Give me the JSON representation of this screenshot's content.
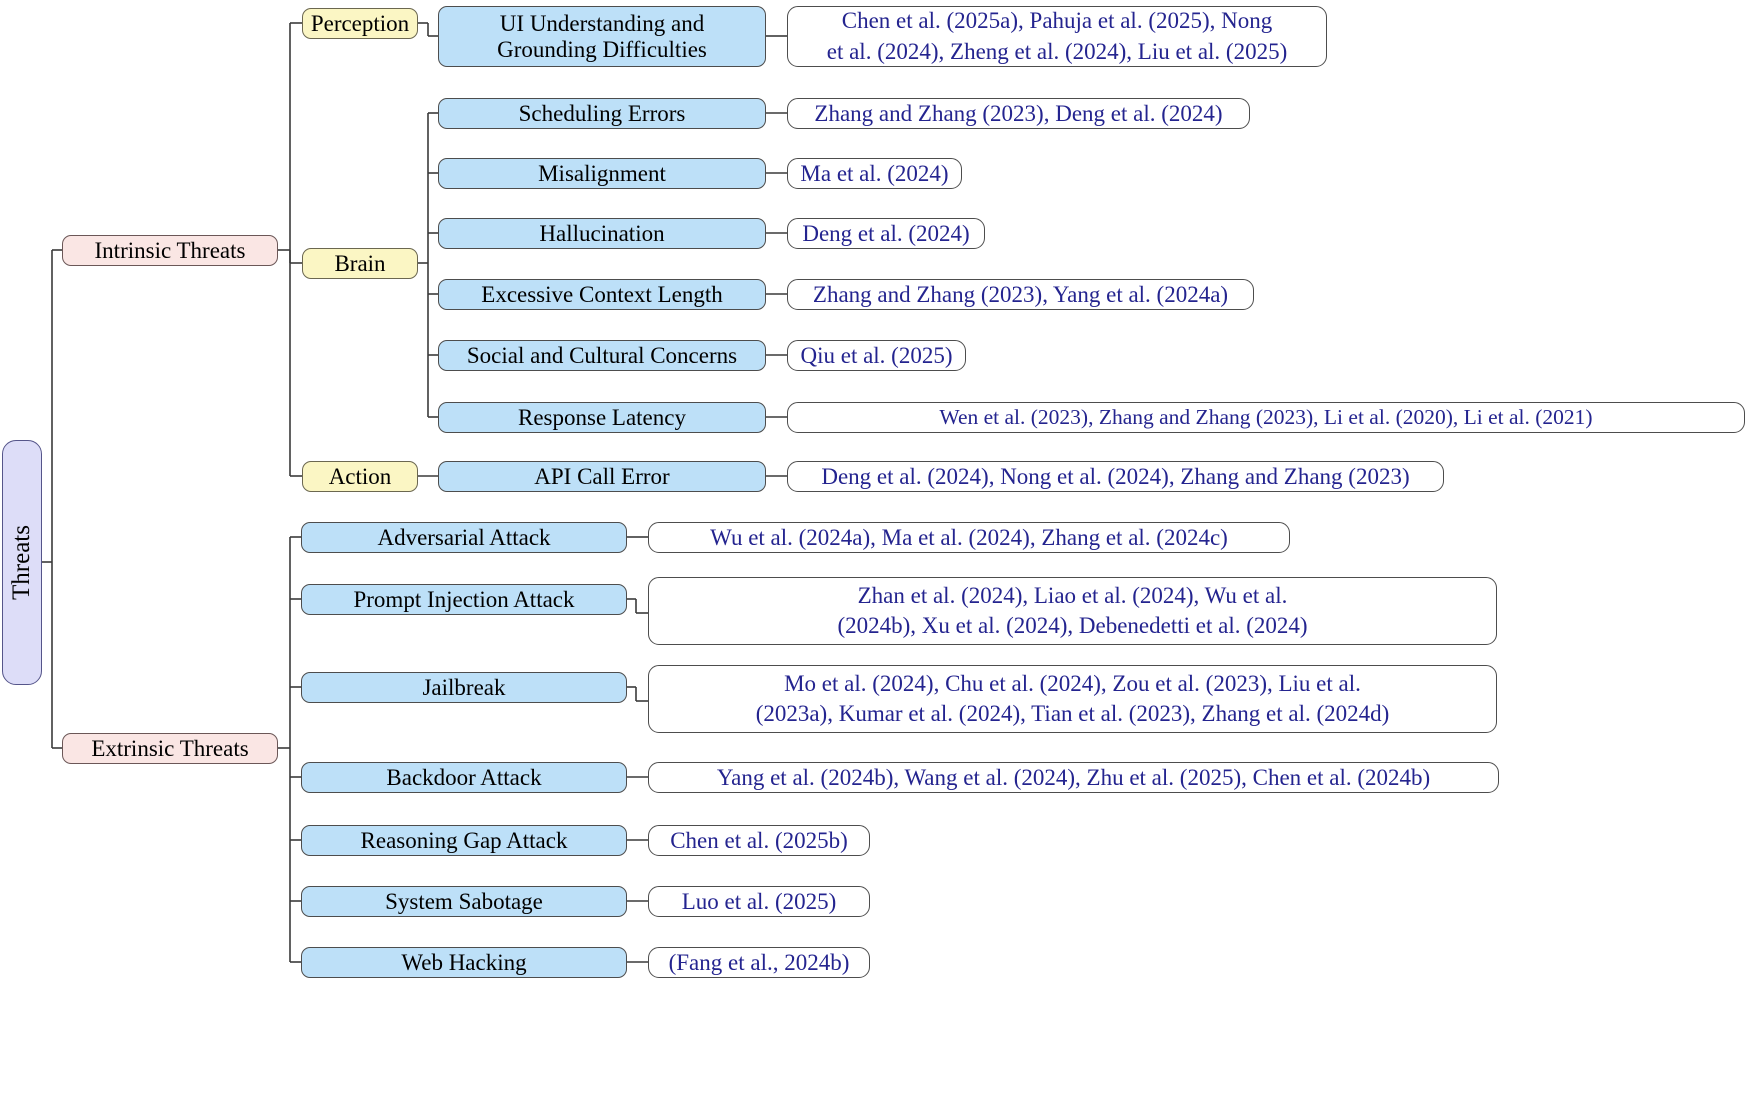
{
  "diagram": {
    "title": "Threats",
    "type": "mindmap",
    "root": {
      "label": "Threats"
    },
    "branches": [
      {
        "id": "intrinsic",
        "label": "Intrinsic Threats",
        "categories": [
          {
            "id": "perception",
            "label": "Perception",
            "topics": [
              {
                "id": "ui-understanding",
                "label": "UI Understanding and Grounding Difficulties",
                "label_line1": "UI Understanding and",
                "label_line2": "Grounding Difficulties",
                "citations": "Chen et al. (2025a), Pahuja et al. (2025), Nong et al. (2024), Zheng et al. (2024), Liu et al. (2025)",
                "citations_line1": "Chen et al. (2025a), Pahuja et al. (2025), Nong",
                "citations_line2": "et al. (2024), Zheng et al. (2024), Liu et al. (2025)"
              }
            ]
          },
          {
            "id": "brain",
            "label": "Brain",
            "topics": [
              {
                "id": "scheduling-errors",
                "label": "Scheduling Errors",
                "citations": "Zhang and Zhang (2023), Deng et al. (2024)"
              },
              {
                "id": "misalignment",
                "label": "Misalignment",
                "citations": "Ma et al. (2024)"
              },
              {
                "id": "hallucination",
                "label": "Hallucination",
                "citations": "Deng et al. (2024)"
              },
              {
                "id": "excessive-context-length",
                "label": "Excessive Context Length",
                "citations": "Zhang and Zhang (2023), Yang et al. (2024a)"
              },
              {
                "id": "social-and-cultural-concerns",
                "label": "Social and Cultural Concerns",
                "citations": "Qiu et al. (2025)"
              },
              {
                "id": "response-latency",
                "label": "Response Latency",
                "citations": "Wen et al. (2023), Zhang and Zhang (2023), Li et al. (2020), Li et al. (2021)"
              }
            ]
          },
          {
            "id": "action",
            "label": "Action",
            "topics": [
              {
                "id": "api-call-error",
                "label": "API Call Error",
                "citations": "Deng et al. (2024), Nong et al. (2024), Zhang and Zhang (2023)"
              }
            ]
          }
        ]
      },
      {
        "id": "extrinsic",
        "label": "Extrinsic Threats",
        "topics": [
          {
            "id": "adversarial-attack",
            "label": "Adversarial Attack",
            "citations": "Wu et al. (2024a), Ma et al. (2024), Zhang et al. (2024c)"
          },
          {
            "id": "prompt-injection-attack",
            "label": "Prompt Injection Attack",
            "citations": "Zhan et al. (2024), Liao et al. (2024), Wu et al. (2024b), Xu et al. (2024), Debenedetti et al. (2024)",
            "citations_line1": "Zhan et al. (2024), Liao et al. (2024), Wu et al.",
            "citations_line2": "(2024b), Xu et al. (2024), Debenedetti et al. (2024)"
          },
          {
            "id": "jailbreak",
            "label": "Jailbreak",
            "citations": "Mo et al. (2024), Chu et al. (2024), Zou et al. (2023), Liu et al. (2023a), Kumar et al. (2024), Tian et al. (2023), Zhang et al. (2024d)",
            "citations_line1": "Mo et al. (2024), Chu et al. (2024), Zou et al. (2023), Liu et al.",
            "citations_line2": "(2023a), Kumar et al. (2024), Tian et al. (2023), Zhang et al. (2024d)"
          },
          {
            "id": "backdoor-attack",
            "label": "Backdoor Attack",
            "citations": "Yang et al. (2024b), Wang et al. (2024), Zhu et al. (2025), Chen et al. (2024b)"
          },
          {
            "id": "reasoning-gap-attack",
            "label": "Reasoning Gap Attack",
            "citations": "Chen et al. (2025b)"
          },
          {
            "id": "system-sabotage",
            "label": "System Sabotage",
            "citations": "Luo et al. (2025)"
          },
          {
            "id": "web-hacking",
            "label": "Web Hacking",
            "citations": "(Fang et al., 2024b)"
          }
        ]
      }
    ],
    "colors": {
      "root_fill": "#ddddf8",
      "level1_fill": "#fae6e4",
      "level2_fill": "#fbf6c4",
      "leaf_fill": "#bde0f8",
      "citation_fill": "#ffffff",
      "citation_text": "#24248f",
      "edge": "#4d4d4d",
      "background": "#ffffff"
    }
  }
}
